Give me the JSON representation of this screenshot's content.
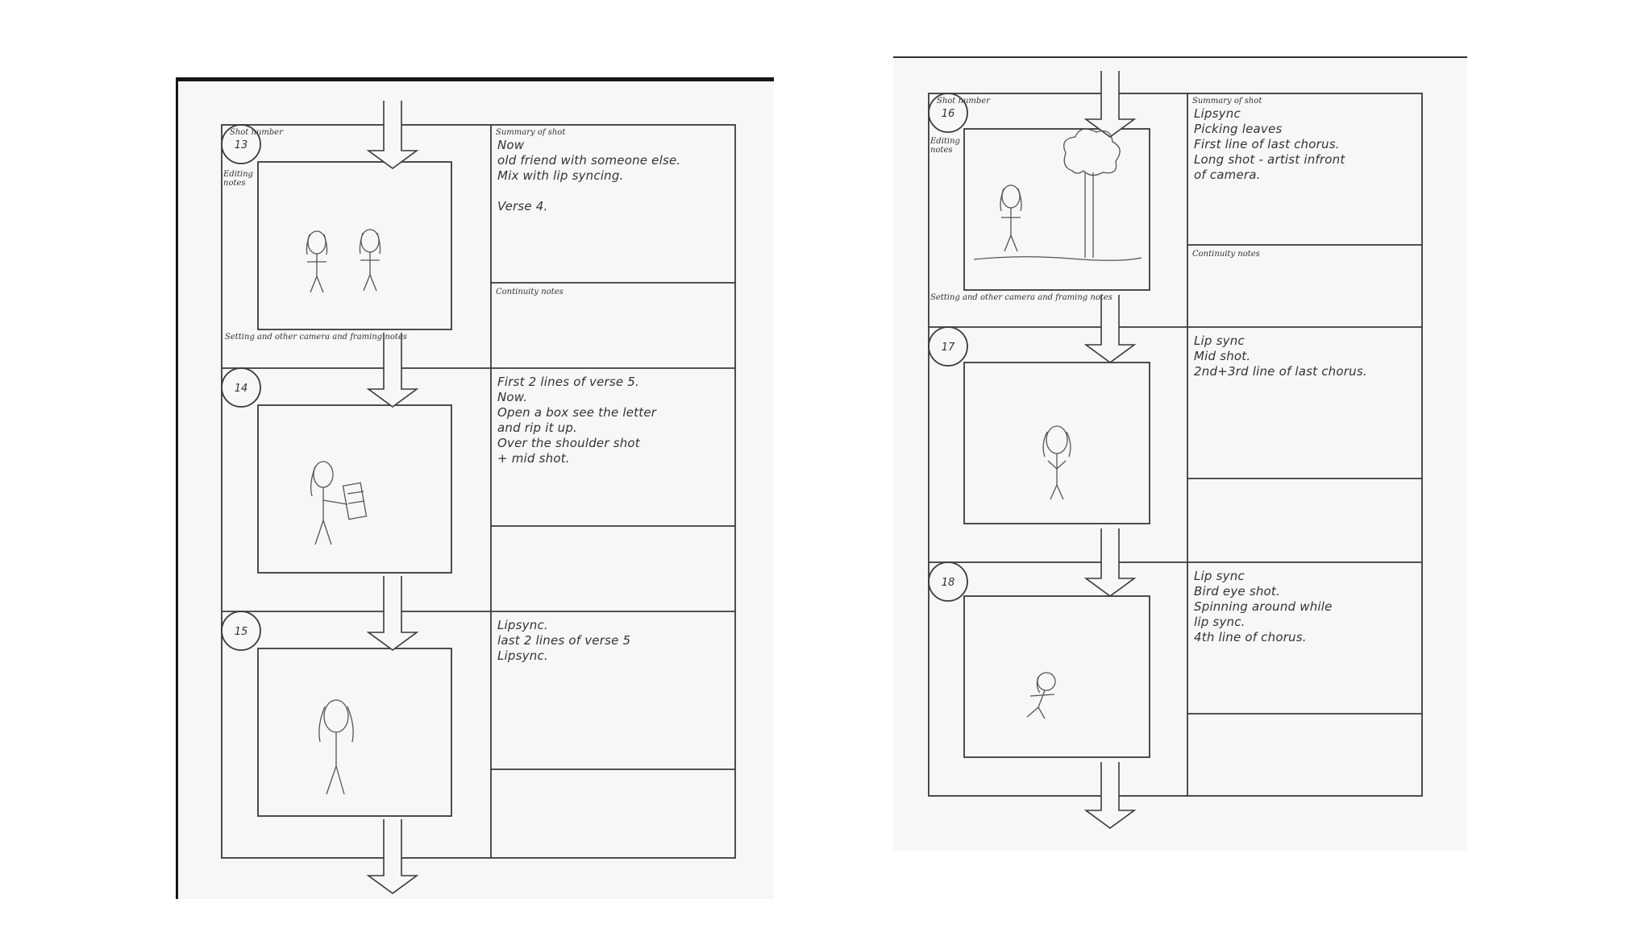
{
  "form_labels": {
    "shot_number": "Shot number",
    "editing_notes": "Editing notes",
    "summary_of_shot": "Summary of shot",
    "continuity_notes": "Continuity notes",
    "setting_notes": "Setting and other camera and framing notes"
  },
  "left_page": {
    "shots": [
      {
        "number": "13",
        "summary": "Now\nold friend with someone else.\nMix with lip syncing.\n\nVerse 4."
      },
      {
        "number": "14",
        "summary": "First 2 lines of verse 5.\nNow.\nOpen a box see the letter\nand rip it up.\nOver the shoulder shot\n+ mid shot."
      },
      {
        "number": "15",
        "summary": "Lipsync.\nlast 2 lines of verse 5\nLipsync."
      }
    ]
  },
  "right_page": {
    "shots": [
      {
        "number": "16",
        "summary": "Lipsync\nPicking leaves\nFirst line of last chorus.\nLong shot - artist infront\n              of camera."
      },
      {
        "number": "17",
        "summary": "Lip sync\nMid shot.\n2nd+3rd line of last chorus."
      },
      {
        "number": "18",
        "summary": "Lip sync\nBird eye shot.\nSpinning around while\n  lip sync.\n4th line of chorus."
      }
    ]
  }
}
